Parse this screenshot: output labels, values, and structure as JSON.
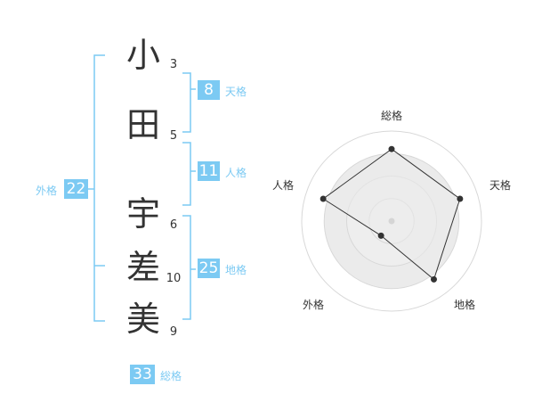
{
  "name": {
    "characters": [
      {
        "char": "小",
        "strokes": "3"
      },
      {
        "char": "田",
        "strokes": "5"
      },
      {
        "char": "宇",
        "strokes": "6"
      },
      {
        "char": "差",
        "strokes": "10"
      },
      {
        "char": "美",
        "strokes": "9"
      }
    ]
  },
  "fortunes": {
    "tenkaku": {
      "value": "8",
      "label": "天格"
    },
    "jinkaku": {
      "value": "11",
      "label": "人格"
    },
    "chikaku": {
      "value": "25",
      "label": "地格"
    },
    "gaikaku": {
      "value": "22",
      "label": "外格"
    },
    "soukaku": {
      "value": "33",
      "label": "総格"
    }
  },
  "colors": {
    "accent": "#7ccaf3",
    "text": "#333333",
    "radar_fill": "#f0f0f0",
    "grid": "#d8d8d8",
    "polygon": "#333333"
  },
  "chart_data": {
    "type": "radar",
    "axes": [
      "総格",
      "天格",
      "地格",
      "外格",
      "人格"
    ],
    "values": [
      4,
      4,
      4,
      1,
      4
    ],
    "max": 5,
    "rings": 4
  }
}
